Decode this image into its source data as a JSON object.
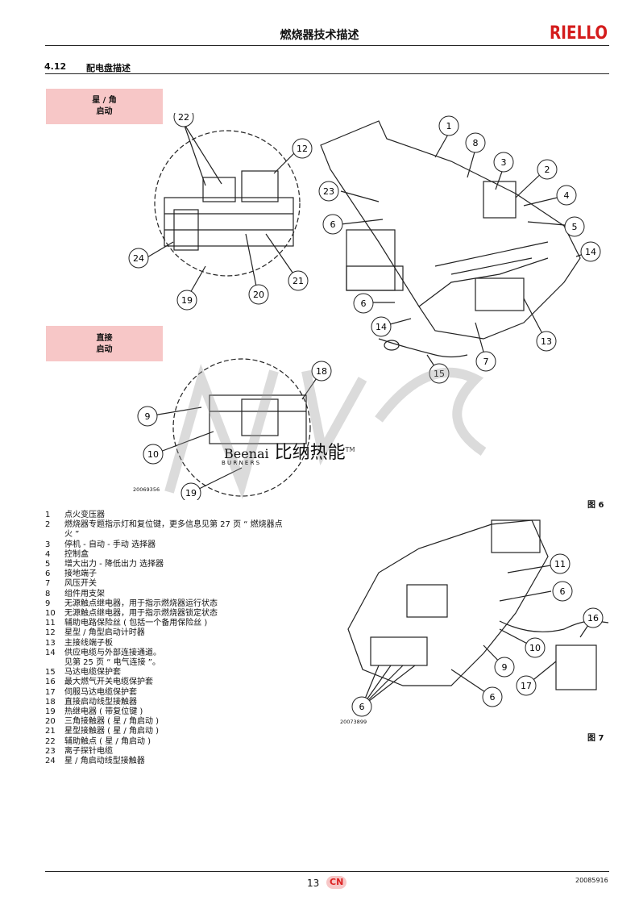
{
  "header": {
    "title": "燃烧器技术描述",
    "brand": "RIELLO"
  },
  "section": {
    "number": "4.12",
    "title": "配电盘描述"
  },
  "star_delta_box": {
    "line1": "星 / 角",
    "line2": "启动"
  },
  "direct_box": {
    "line1": "直接",
    "line2": "启动"
  },
  "watermark": {
    "brand": "Beenai",
    "brand_cn": "比纳热能",
    "sub": "B U R N E R S",
    "tm": "TM"
  },
  "figure6": {
    "code": "20069356",
    "label": "图 6",
    "callouts": [
      "1",
      "2",
      "3",
      "4",
      "5",
      "6",
      "6",
      "7",
      "8",
      "12",
      "13",
      "14",
      "14",
      "15",
      "19",
      "19",
      "20",
      "21",
      "22",
      "23",
      "24",
      "9",
      "10",
      "18"
    ]
  },
  "figure7": {
    "code": "20073899",
    "label": "图 7",
    "callouts": [
      "11",
      "6",
      "16",
      "10",
      "9",
      "17",
      "6",
      "6"
    ]
  },
  "legend": [
    {
      "n": "1",
      "t": "点火变压器"
    },
    {
      "n": "2",
      "t": "燃烧器专题指示灯和复位键，更多信息见第 27 页 “ 燃烧器点"
    },
    {
      "n": "",
      "t": "火 ”"
    },
    {
      "n": "3",
      "t": "停机 - 自动 - 手动 选择器"
    },
    {
      "n": "4",
      "t": "控制盒"
    },
    {
      "n": "5",
      "t": "增大出力 - 降低出力 选择器"
    },
    {
      "n": "6",
      "t": "接地端子"
    },
    {
      "n": "7",
      "t": "风压开关"
    },
    {
      "n": "8",
      "t": "组件用支架"
    },
    {
      "n": "9",
      "t": "无源触点继电器，用于指示燃烧器运行状态"
    },
    {
      "n": "10",
      "t": "无源触点继电器，用于指示燃烧器锁定状态"
    },
    {
      "n": "11",
      "t": " 辅助电路保险丝 ( 包括一个备用保险丝 )"
    },
    {
      "n": "12",
      "t": "星型 / 角型启动计时器"
    },
    {
      "n": "13",
      "t": "主接线端子板"
    },
    {
      "n": "14",
      "t": "供应电缆与外部连接通道。"
    },
    {
      "n": "",
      "t": "见第 25 页 “ 电气连接 ”。"
    },
    {
      "n": "15",
      "t": "马达电缆保护套"
    },
    {
      "n": "16",
      "t": "最大燃气开关电缆保护套"
    },
    {
      "n": "17",
      "t": "伺服马达电缆保护套"
    },
    {
      "n": "18",
      "t": "直接启动线型接触器"
    },
    {
      "n": "19",
      "t": "热继电器 ( 带复位键 )"
    },
    {
      "n": "20",
      "t": "三角接触器 ( 星 / 角启动 )"
    },
    {
      "n": "21",
      "t": "星型接触器 ( 星 / 角启动 )"
    },
    {
      "n": "22",
      "t": "辅助触点 ( 星 / 角启动 )"
    },
    {
      "n": "23",
      "t": "离子探针电缆"
    },
    {
      "n": "24",
      "t": "星 / 角启动线型接触器"
    }
  ],
  "footer": {
    "page": "13",
    "lang": "CN",
    "doc_code": "20085916"
  },
  "colors": {
    "box_fill": "#f7c7c7",
    "brand_red": "#d41c1c",
    "badge_text": "#dd2222"
  }
}
